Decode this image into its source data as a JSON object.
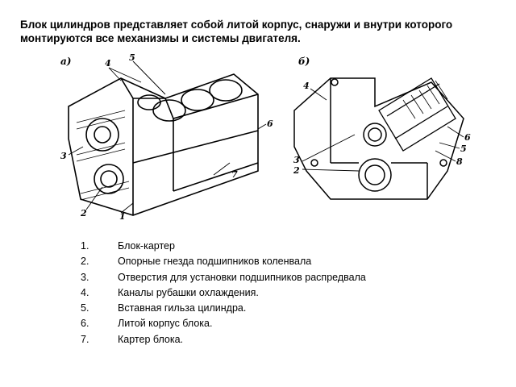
{
  "title": "Блок цилиндров представляет собой литой корпус, снаружи и внутри которого монтируются все механизмы и системы двигателя.",
  "figure_a": {
    "label": "а)",
    "callouts": [
      "4",
      "5",
      "3",
      "2",
      "1",
      "7",
      "6"
    ]
  },
  "figure_b": {
    "label": "б)",
    "callouts": [
      "4",
      "3",
      "2",
      "6",
      "5",
      "8"
    ]
  },
  "legend": [
    {
      "num": "1.",
      "text": "Блок-картер"
    },
    {
      "num": "2.",
      "text": "Опорные гнезда подшипников коленвала"
    },
    {
      "num": "3.",
      "text": "Отверстия для установки подшипников распредвала"
    },
    {
      "num": "4.",
      "text": "Каналы рубашки охлаждения."
    },
    {
      "num": "5.",
      "text": "Вставная гильза цилиндра."
    },
    {
      "num": "6.",
      "text": "Литой корпус блока."
    },
    {
      "num": "7.",
      "text": "Картер блока."
    }
  ]
}
